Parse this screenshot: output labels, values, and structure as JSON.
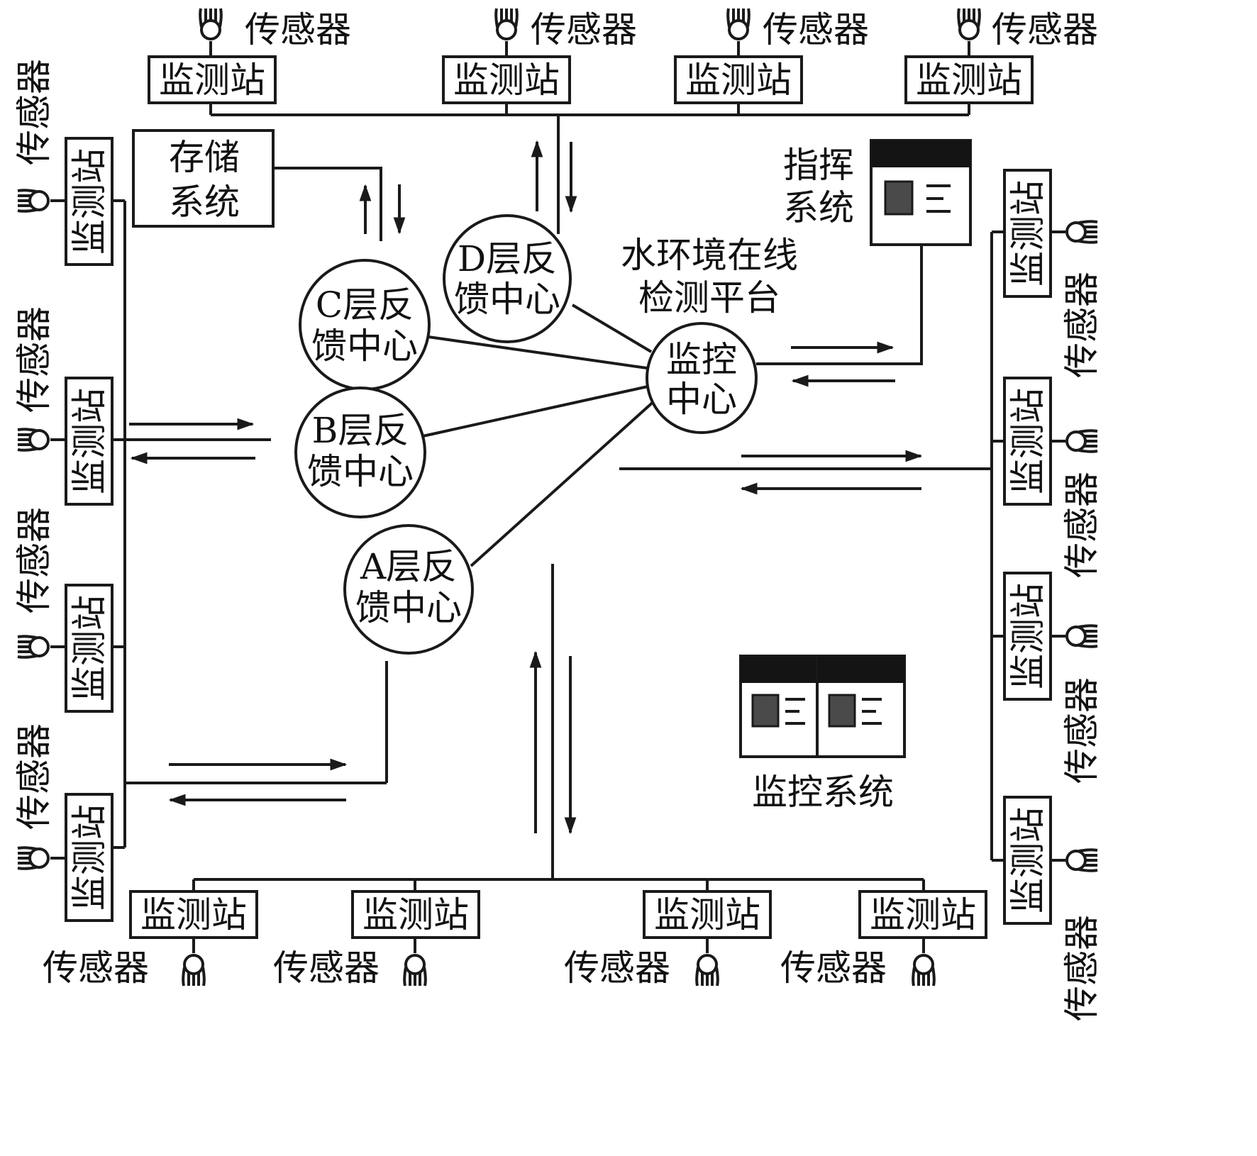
{
  "labels": {
    "station": "监测站",
    "sensor": "传感器",
    "storage_line1": "存储",
    "storage_line2": "系统",
    "command_line1": "指挥",
    "command_line2": "系统",
    "platform_line1": "水环境在线",
    "platform_line2": "检测平台",
    "monitor_center_line1": "监控",
    "monitor_center_line2": "中心",
    "feedback_a_line1": "A层反",
    "feedback_b_line1": "B层反",
    "feedback_c_line1": "C层反",
    "feedback_d_line1": "D层反",
    "feedback_line2": "馈中心",
    "monitor_system": "监控系统"
  },
  "colors": {
    "line": "#1a1a1a",
    "screen_bar": "#141414",
    "screen_square": "#4a4a4a",
    "background": "#ffffff"
  },
  "icons": [
    "sensor-icon",
    "screen-icon"
  ]
}
